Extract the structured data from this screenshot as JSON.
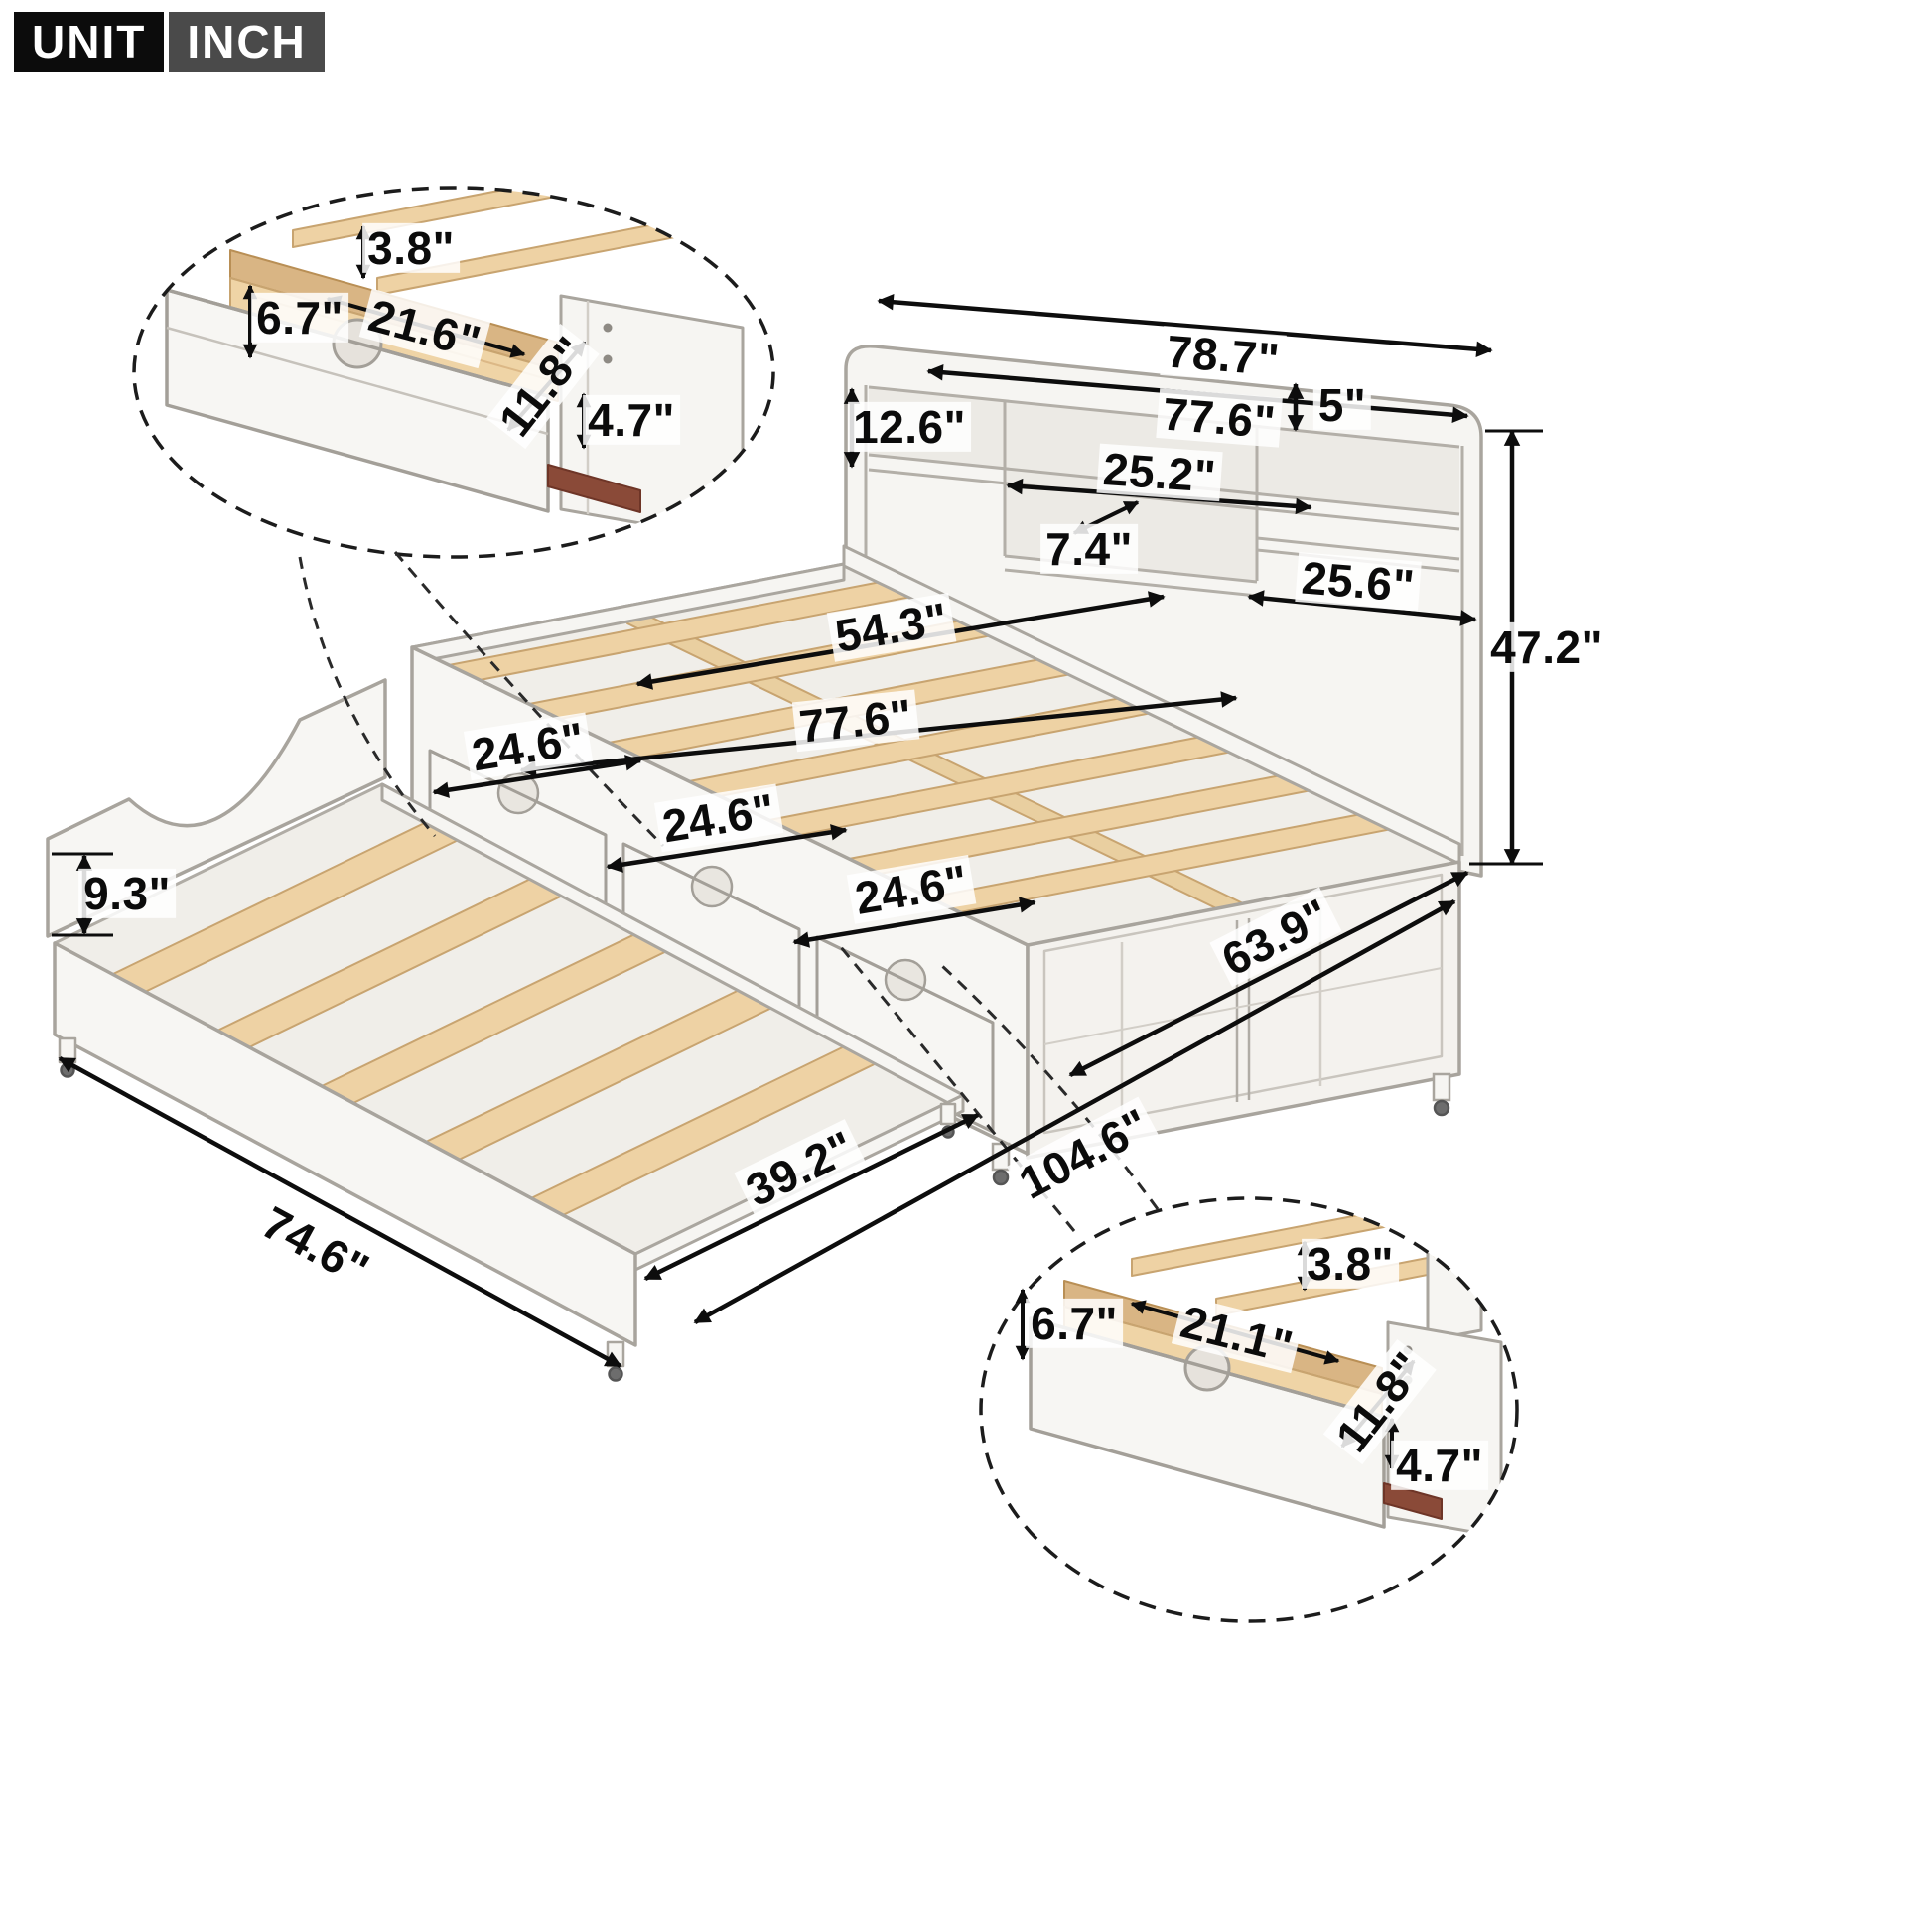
{
  "badge": {
    "unit": "UNIT",
    "inch": "INCH"
  },
  "bookcase": {
    "overall_width": "78.7\"",
    "inner_width": "77.6\"",
    "top_depth": "5\"",
    "top_row_height": "12.6\"",
    "middle_cubby_width": "25.2\"",
    "middle_gap": "7.4\"",
    "right_cubby_width": "25.6\"",
    "height": "47.2\""
  },
  "bed": {
    "slat_span": "54.3\"",
    "length": "77.6\"",
    "drawer_1": "24.6\"",
    "drawer_2": "24.6\"",
    "drawer_3": "24.6\"",
    "side_depth": "63.9\"",
    "overall_length": "104.6\""
  },
  "trundle": {
    "height": "9.3\"",
    "length": "74.6\"",
    "width": "39.2\""
  },
  "drawer_detail_top": {
    "inner_height": "3.8\"",
    "front_height": "6.7\"",
    "inner_length": "21.6\"",
    "side_depth": "11.8\"",
    "lip_height": "4.7\""
  },
  "drawer_detail_bottom": {
    "inner_height": "3.8\"",
    "front_height": "6.7\"",
    "inner_length": "21.1\"",
    "side_depth": "11.8\"",
    "lip_height": "4.7\""
  }
}
